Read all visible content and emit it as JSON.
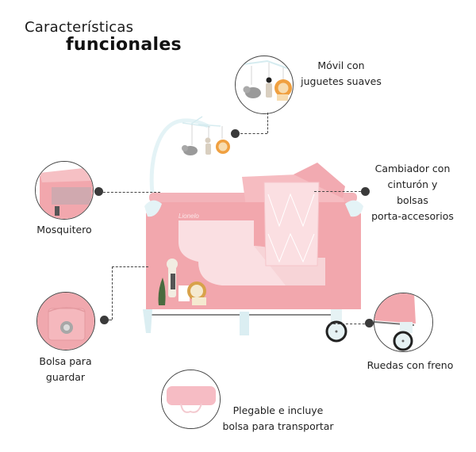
{
  "header": {
    "title_line1": "Características",
    "title_line2": "funcionales"
  },
  "features": [
    {
      "id": "movil",
      "label_line1": "Móvil con",
      "label_line2": "juguetes suaves",
      "icon": "mobile-toys-icon"
    },
    {
      "id": "cambiador",
      "label_line1": "Cambiador con",
      "label_line2": "cinturón y",
      "label_line3": "bolsas",
      "label_line4": "porta-accesorios",
      "icon": "changing-table-icon"
    },
    {
      "id": "mosquitero",
      "label_line1": "Mosquitero",
      "icon": "mosquito-net-icon"
    },
    {
      "id": "bolsa",
      "label_line1": "Bolsa para",
      "label_line2": "guardar",
      "icon": "storage-bag-icon"
    },
    {
      "id": "ruedas",
      "label_line1": "Ruedas con freno",
      "icon": "wheels-brake-icon"
    },
    {
      "id": "plegable",
      "label_line1": "Plegable e incluye",
      "label_line2": "bolsa para transportar",
      "icon": "carry-bag-icon"
    }
  ],
  "product": {
    "brand_text": "Lionelo",
    "color": "#f2a7ad"
  },
  "colors": {
    "pink": "#f2a7ad",
    "pink_dark": "#e88f98",
    "pink_light": "#f8c8cc",
    "frame": "#dbeef2",
    "text": "#222222",
    "line": "#444444"
  }
}
